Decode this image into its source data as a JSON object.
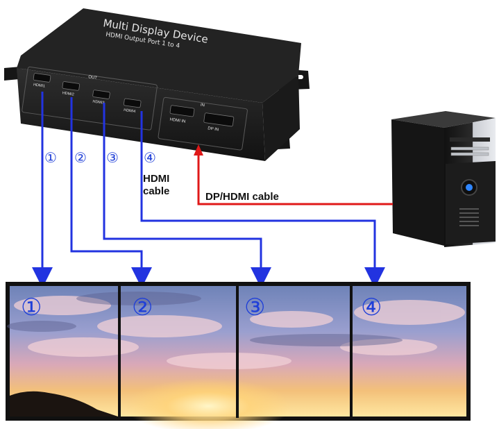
{
  "device": {
    "title": "Multi Display Device",
    "subtitle": "HDMI Output Port 1 to 4",
    "out_label": "OUT",
    "in_label": "IN",
    "ports_out": [
      "HDMI1",
      "HDMI2",
      "HDMI3",
      "HDMI4"
    ],
    "ports_in": [
      "HDMI IN",
      "DP IN"
    ]
  },
  "cables": {
    "hdmi_line1": "HDMI",
    "hdmi_line2": "cable",
    "dp_hdmi": "DP/HDMI cable"
  },
  "output_markers": [
    "①",
    "②",
    "③",
    "④"
  ],
  "screen_markers": [
    "①",
    "②",
    "③",
    "④"
  ],
  "colors": {
    "hdmi_line": "#2233e0",
    "dp_line": "#e01818",
    "device_body": "#1b1b1b",
    "marker": "#1f3fd8"
  }
}
